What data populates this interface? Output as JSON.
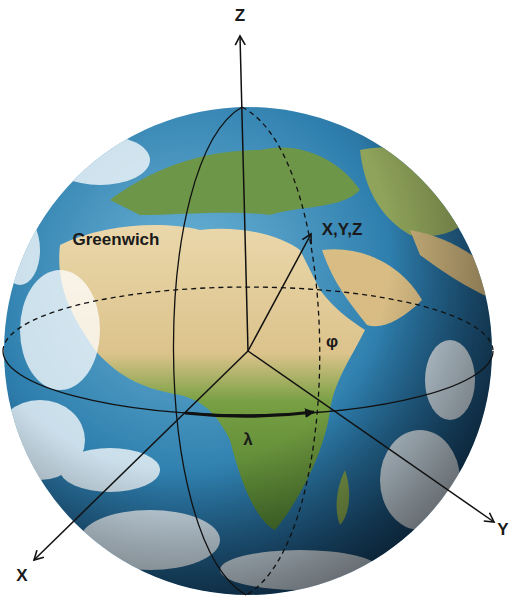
{
  "diagram": {
    "labels": [
      "Z",
      "Greenwich",
      "X,Y,Z",
      "φ",
      "λ",
      "X",
      "Y"
    ]
  }
}
